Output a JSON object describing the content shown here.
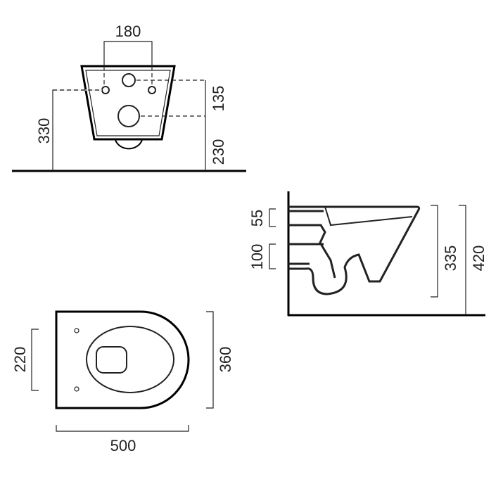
{
  "front_view": {
    "width_between_holes": "180",
    "hole_height": "330",
    "outlet_spacing": "135",
    "outlet_height": "230"
  },
  "side_view": {
    "top_gap": "55",
    "inlet_gap": "100",
    "rim_height": "335",
    "total_height": "420"
  },
  "top_view": {
    "fixing_spacing": "220",
    "width": "360",
    "length": "500"
  },
  "colors": {
    "line": "#000000",
    "background": "#ffffff"
  }
}
